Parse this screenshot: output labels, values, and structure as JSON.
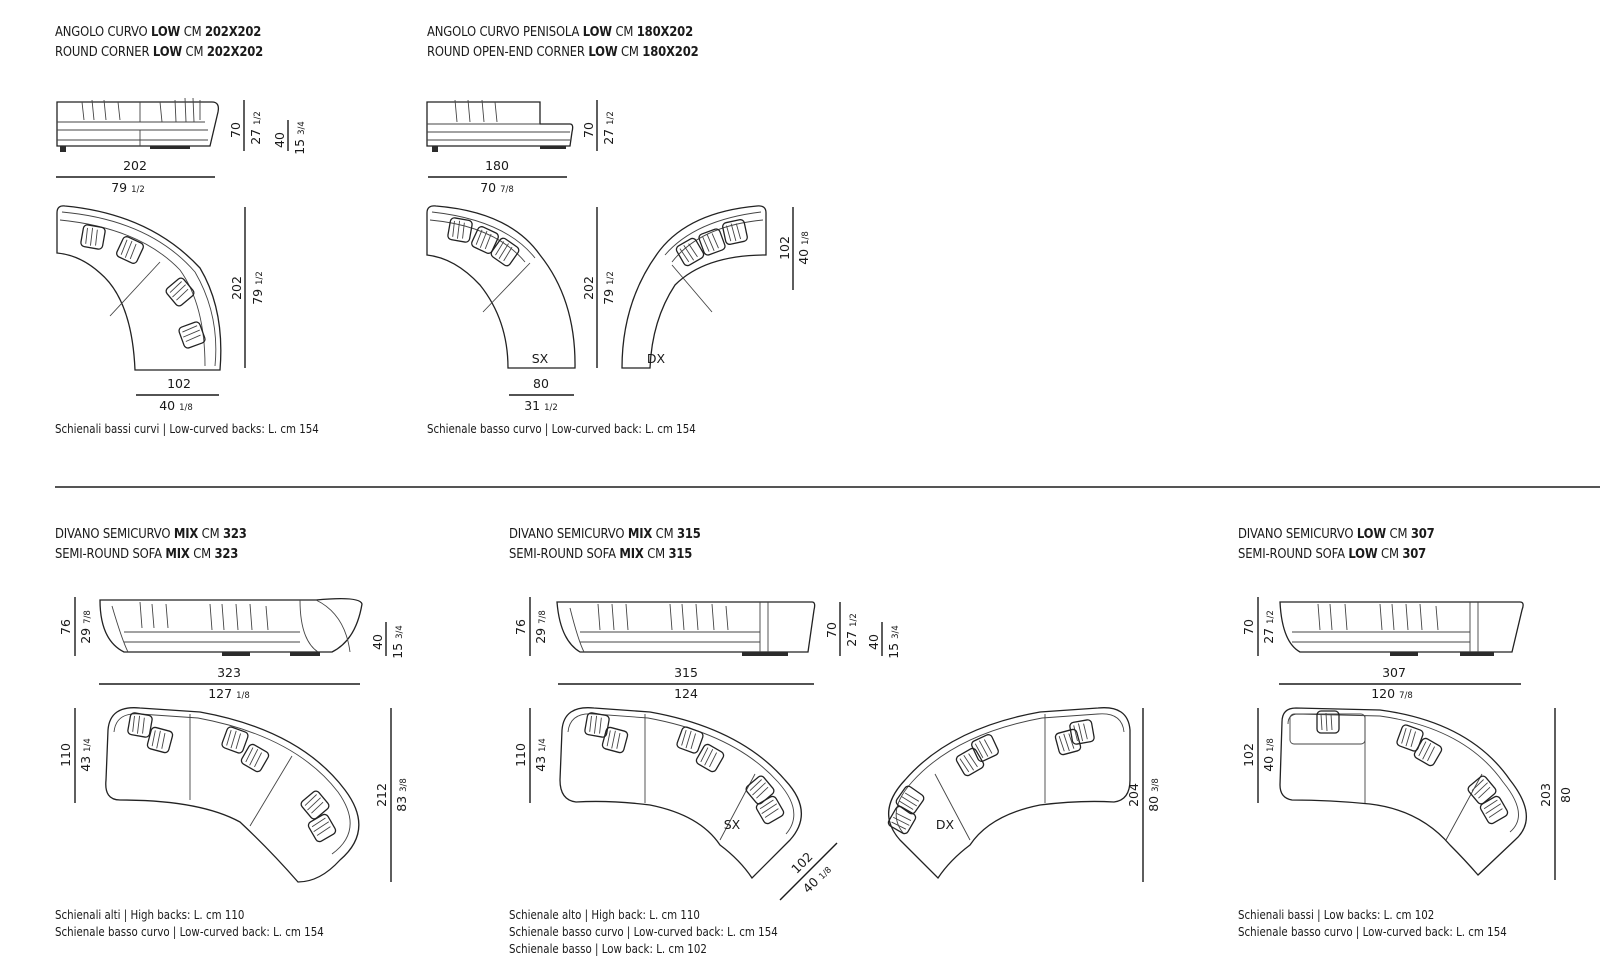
{
  "sections": {
    "a1": {
      "it": [
        "ANGOLO CURVO ",
        "LOW",
        " CM ",
        "202X202"
      ],
      "en": [
        "ROUND CORNER ",
        "LOW",
        " CM ",
        "202X202"
      ],
      "dims": {
        "w": "202",
        "w_in": "79 ",
        "w_in_f": "1/2",
        "h1": "70",
        "h1_in": "27 ",
        "h1_in_f": "1/2",
        "h2": "40",
        "h2_in": "15 ",
        "h2_in_f": "3/4",
        "pw": "102",
        "pw_in": "40 ",
        "pw_in_f": "1/8",
        "ph": "202",
        "ph_in": "79 ",
        "ph_in_f": "1/2"
      },
      "notes": [
        "Schienali bassi curvi | Low-curved backs: L. cm 154"
      ]
    },
    "a2": {
      "it": [
        "ANGOLO CURVO PENISOLA ",
        "LOW",
        " CM ",
        "180X202"
      ],
      "en": [
        "ROUND OPEN-END CORNER ",
        "LOW",
        " CM ",
        "180X202"
      ],
      "dims": {
        "w": "180",
        "w_in": "70 ",
        "w_in_f": "7/8",
        "h1": "70",
        "h1_in": "27 ",
        "h1_in_f": "1/2",
        "pw": "80",
        "pw_in": "31 ",
        "pw_in_f": "1/2",
        "ph": "202",
        "ph_in": "79 ",
        "ph_in_f": "1/2",
        "rh": "102",
        "rh_in": "40 ",
        "rh_in_f": "1/8",
        "sx": "SX",
        "dx": "DX"
      },
      "notes": [
        "Schienale basso curvo | Low-curved back: L. cm 154"
      ]
    },
    "b1": {
      "it": [
        "DIVANO SEMICURVO ",
        "MIX",
        " CM ",
        "323"
      ],
      "en": [
        "SEMI-ROUND SOFA ",
        "MIX",
        " CM ",
        "323"
      ],
      "dims": {
        "w": "323",
        "w_in": "127 ",
        "w_in_f": "1/8",
        "h1": "76",
        "h1_in": "29 ",
        "h1_in_f": "7/8",
        "h2": "40",
        "h2_in": "15 ",
        "h2_in_f": "3/4",
        "d": "110",
        "d_in": "43 ",
        "d_in_f": "1/4",
        "ph": "212",
        "ph_in": "83 ",
        "ph_in_f": "3/8"
      },
      "notes": [
        "Schienali alti | High backs: L. cm 110",
        "Schienale basso curvo | Low-curved back: L. cm 154"
      ]
    },
    "b2": {
      "it": [
        "DIVANO SEMICURVO ",
        "MIX",
        " CM ",
        "315"
      ],
      "en": [
        "SEMI-ROUND SOFA ",
        "MIX",
        " CM ",
        "315"
      ],
      "dims": {
        "w": "315",
        "w_in": "124",
        "h1": "76",
        "h1_in": "29 ",
        "h1_in_f": "7/8",
        "h2": "70",
        "h2_in": "27 ",
        "h2_in_f": "1/2",
        "h3": "40",
        "h3_in": "15 ",
        "h3_in_f": "3/4",
        "d": "110",
        "d_in": "43 ",
        "d_in_f": "1/4",
        "e": "102",
        "e_in": "40 ",
        "e_in_f": "1/8",
        "ph": "204",
        "ph_in": "80 ",
        "ph_in_f": "3/8",
        "sx": "SX",
        "dx": "DX"
      },
      "notes": [
        "Schienale alto | High back: L. cm 110",
        "Schienale basso curvo | Low-curved back: L. cm 154",
        "Schienale basso | Low back: L. cm 102"
      ]
    },
    "b3": {
      "it": [
        "DIVANO SEMICURVO ",
        "LOW",
        " CM ",
        "307"
      ],
      "en": [
        "SEMI-ROUND SOFA ",
        "LOW",
        " CM ",
        "307"
      ],
      "dims": {
        "w": "307",
        "w_in": "120 ",
        "w_in_f": "7/8",
        "h1": "70",
        "h1_in": "27 ",
        "h1_in_f": "1/2",
        "d": "102",
        "d_in": "40 ",
        "d_in_f": "1/8",
        "ph": "203",
        "ph_in": "80"
      },
      "notes": [
        "Schienali bassi | Low backs: L. cm 102",
        "Schienale basso curvo | Low-curved back: L. cm 154"
      ]
    }
  }
}
